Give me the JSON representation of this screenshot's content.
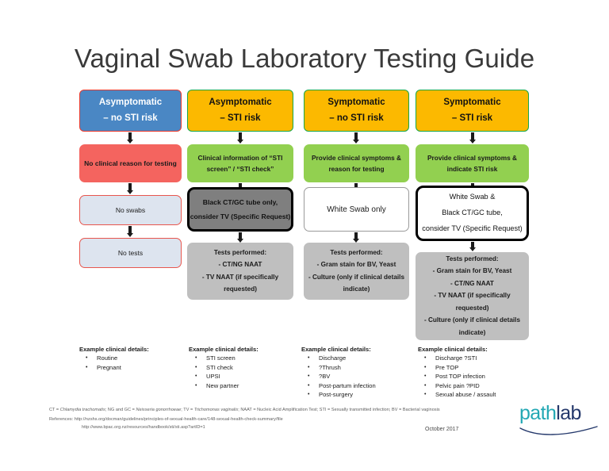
{
  "title": "Vaginal Swab Laboratory Testing Guide",
  "columns": [
    {
      "id": "asymptomatic-no-sti-risk",
      "header": {
        "line1": "Asymptomatic",
        "line2": "– no STI risk"
      },
      "steps": [
        {
          "kind": "red",
          "lines": [
            "No clinical reason for testing"
          ]
        },
        {
          "kind": "pale",
          "lines": [
            "No swabs"
          ]
        },
        {
          "kind": "pale",
          "lines": [
            "No tests"
          ]
        }
      ],
      "examples": {
        "heading": "Example clinical details:",
        "items": [
          "Routine",
          "Pregnant"
        ]
      }
    },
    {
      "id": "asymptomatic-sti-risk",
      "header": {
        "line1": "Asymptomatic",
        "line2": "– STI risk"
      },
      "steps": [
        {
          "kind": "green",
          "lines": [
            "Clinical information of “STI",
            "screen” / “STI check”"
          ]
        },
        {
          "kind": "dark",
          "lines": [
            "Black CT/GC tube only,",
            "consider TV (Specific Request)"
          ]
        },
        {
          "kind": "grey",
          "lines": [
            "Tests performed:",
            "- CT/NG NAAT",
            "- TV NAAT (if specifically",
            "requested)"
          ]
        }
      ],
      "examples": {
        "heading": "Example clinical details:",
        "items": [
          "STI screen",
          "STI check",
          "UPSI",
          "New partner"
        ]
      }
    },
    {
      "id": "symptomatic-no-sti-risk",
      "header": {
        "line1": "Symptomatic",
        "line2": "– no STI risk"
      },
      "steps": [
        {
          "kind": "green",
          "lines": [
            "Provide clinical symptoms &",
            "reason for testing"
          ]
        },
        {
          "kind": "white",
          "lines": [
            "White Swab only"
          ]
        },
        {
          "kind": "grey",
          "lines": [
            "Tests performed:",
            "- Gram stain for BV, Yeast",
            "- Culture (only if clinical details",
            "indicate)"
          ]
        }
      ],
      "examples": {
        "heading": "Example clinical details:",
        "items": [
          "Discharge",
          "?Thrush",
          "?BV",
          "Post-partum infection",
          "Post-surgery"
        ]
      }
    },
    {
      "id": "symptomatic-sti-risk",
      "header": {
        "line1": "Symptomatic",
        "line2": "– STI risk"
      },
      "steps": [
        {
          "kind": "green",
          "lines": [
            "Provide clinical symptoms &",
            "indicate STI risk"
          ]
        },
        {
          "kind": "white-thick",
          "lines": [
            "White Swab &",
            "Black CT/GC tube,",
            "consider TV (Specific Request)"
          ]
        },
        {
          "kind": "grey",
          "lines": [
            "Tests performed:",
            "- Gram stain for BV, Yeast",
            "- CT/NG NAAT",
            "- TV NAAT (if specifically",
            "requested)",
            "- Culture (only if clinical details",
            "indicate)"
          ]
        }
      ],
      "examples": {
        "heading": "Example clinical details:",
        "items": [
          "Discharge ?STI",
          "Pre TOP",
          "Post TOP infection",
          "Pelvic pain ?PID",
          "Sexual abuse / assault"
        ]
      }
    }
  ],
  "footer": {
    "abbrev_1": "CT = ",
    "abbrev_1_it": "Chlamydia trachomatis",
    "abbrev_2": "; NG and GC = ",
    "abbrev_2_it": "Neisseria gonorrhoeae",
    "abbrev_3": "; TV = ",
    "abbrev_3_it": "Trichomonas vaginalis",
    "abbrev_4": "; NAAT = Nucleic Acid Amplification Test; STI = Sexually transmitted infection; BV = Bacterial vaginosis",
    "references_label": "References: ",
    "reference_url_1": "http://nzshs.org/docman/guidelines/principles-of-sexual-health-care/148-sexual-health-check-summary/file",
    "reference_url_2": "http://www.bpac.org.nz/resources/handbook/sti/sti.asp?artID=1",
    "date": "October 2017"
  },
  "logo": {
    "part1": "path",
    "part2": "lab"
  },
  "colors": {
    "header_blue": "#4a87c4",
    "header_amber": "#fcb900",
    "border_red": "#ea3b2e",
    "border_green": "#17a74a",
    "red_box": "#f4645f",
    "pale_box": "#dde4ef",
    "green_box": "#92d050",
    "dark_box": "#7f7f7f",
    "grey_box": "#bfbfbf",
    "logo_teal": "#23a8b4",
    "logo_navy": "#24386b"
  }
}
